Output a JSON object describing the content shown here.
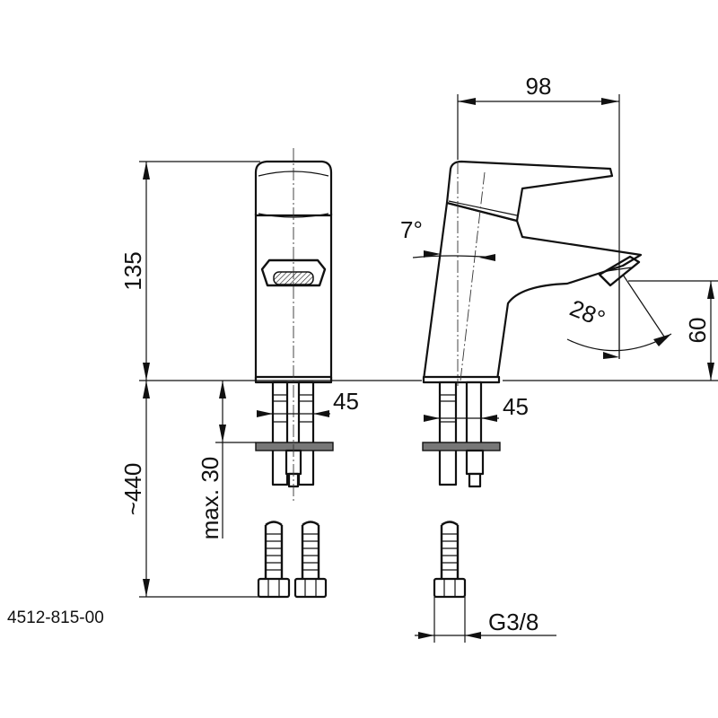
{
  "dimensions": {
    "height_total": "135",
    "length_below": "~440",
    "max_thickness": "max. 30",
    "spout_reach": "98",
    "lever_angle": "7°",
    "spout_angle": "28°",
    "spout_height": "60",
    "width_front": "45",
    "width_side": "45",
    "thread": "G3/8"
  },
  "product_code": "4512-815-00"
}
